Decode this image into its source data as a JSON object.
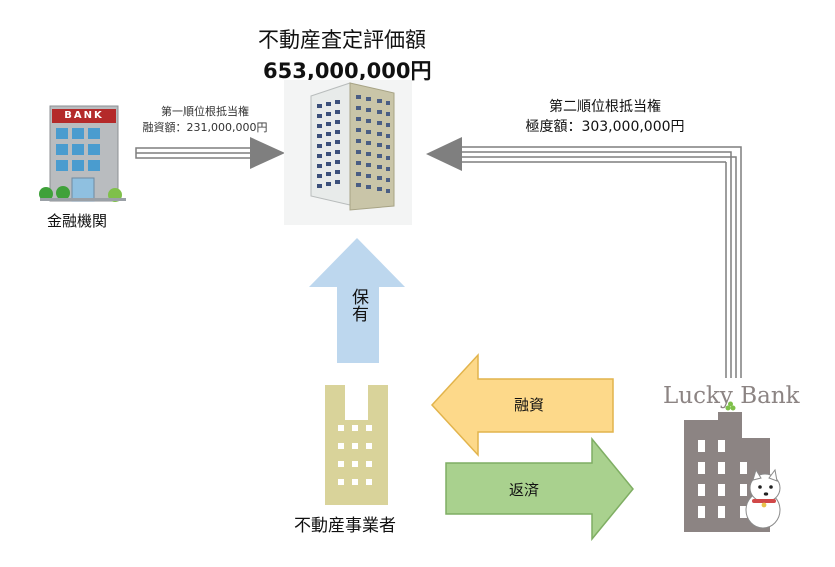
{
  "property": {
    "title": "不動産査定評価額",
    "value": "653,000,000円"
  },
  "bank": {
    "sign": "BANK",
    "label": "金融機関",
    "mortgage_title": "第一順位根抵当権",
    "mortgage_amount": "融資額：231,000,000円"
  },
  "lucky_bank": {
    "logo": "Lucky Bank",
    "mortgage_title": "第二順位根抵当権",
    "mortgage_amount": "極度額：303,000,000円"
  },
  "ownership": {
    "label": "保有"
  },
  "business": {
    "label": "不動産事業者"
  },
  "flows": {
    "loan_label": "融資",
    "repay_label": "返済"
  },
  "colors": {
    "loan_arrow": "#fdd98a",
    "repay_arrow": "#a9d18e",
    "ownership_arrow": "#bdd7ee",
    "connector_arrow": "#7f7f7f",
    "business_building": "#d9d39a",
    "lucky_building": "#8c8483"
  }
}
